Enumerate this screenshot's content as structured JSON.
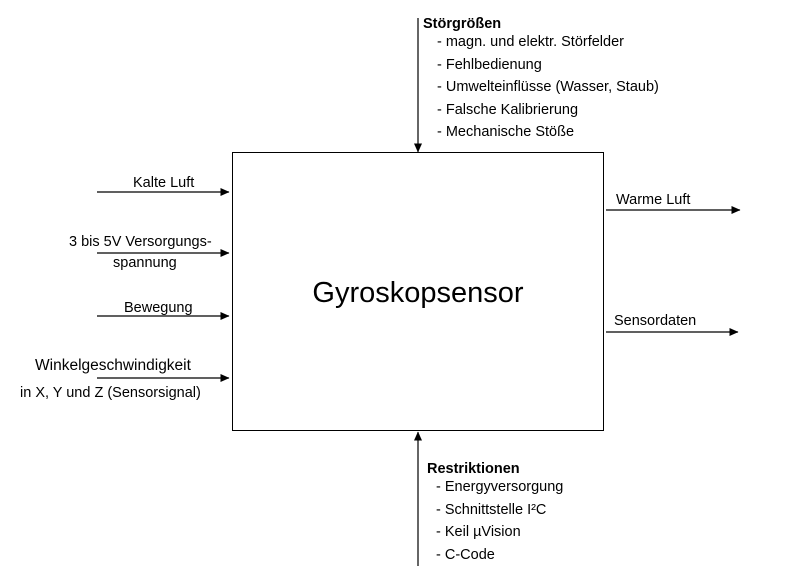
{
  "box": {
    "title": "Gyroskopsensor"
  },
  "stoergroessen": {
    "heading": "Störgrößen",
    "items": [
      "- magn. und elektr. Störfelder",
      "- Fehlbedienung",
      "- Umwelteinflüsse (Wasser, Staub)",
      "- Falsche Kalibrierung",
      "- Mechanische Stöße"
    ]
  },
  "restriktionen": {
    "heading": "Restriktionen",
    "items": [
      "- Energyversorgung",
      "- Schnittstelle I²C",
      "- Keil µVision",
      "- C-Code"
    ]
  },
  "inputs": {
    "kalte_luft": "Kalte Luft",
    "versorgung_line1": "3 bis 5V Versorgungs-",
    "versorgung_line2": "spannung",
    "bewegung": "Bewegung",
    "winkel_line1": "Winkelgeschwindigkeit",
    "winkel_line2": "in X, Y und Z (Sensorsignal)"
  },
  "outputs": {
    "warme_luft": "Warme Luft",
    "sensordaten": "Sensordaten"
  }
}
